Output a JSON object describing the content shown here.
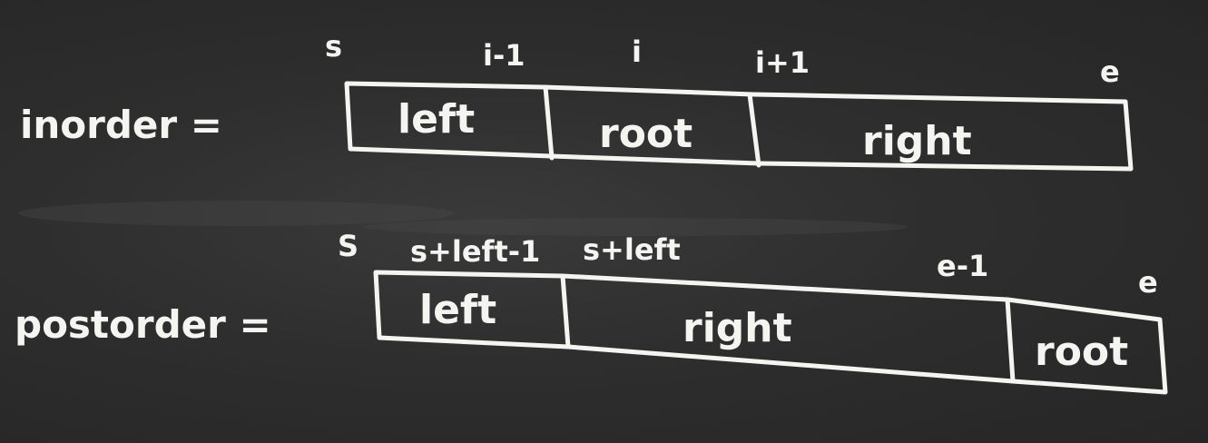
{
  "inorder": {
    "row_label": "inorder =",
    "indices": {
      "s": "s",
      "i_minus_1": "i-1",
      "i": "i",
      "i_plus_1": "i+1",
      "e": "e"
    },
    "segments": {
      "left": "left",
      "root": "root",
      "right": "right"
    }
  },
  "postorder": {
    "row_label": "postorder =",
    "indices": {
      "s": "S",
      "s_left_minus_1": "s+left-1",
      "s_left": "s+left",
      "e_minus_1": "e-1",
      "e": "e"
    },
    "segments": {
      "left": "left",
      "right": "right",
      "root": "root"
    }
  }
}
